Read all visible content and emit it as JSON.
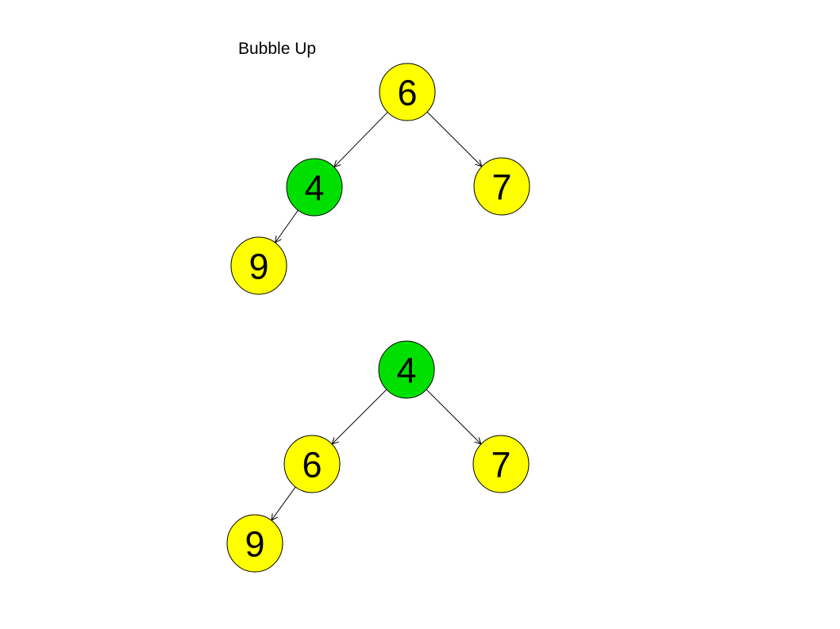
{
  "title": "Bubble Up",
  "colors": {
    "highlight": "#00e000",
    "normal": "#ffff00"
  },
  "trees": [
    {
      "nodes": [
        {
          "id": "root",
          "value": "6",
          "highlight": false
        },
        {
          "id": "left",
          "value": "4",
          "highlight": true
        },
        {
          "id": "right",
          "value": "7",
          "highlight": false
        },
        {
          "id": "leftleft",
          "value": "9",
          "highlight": false
        }
      ],
      "edges": [
        [
          "root",
          "left"
        ],
        [
          "root",
          "right"
        ],
        [
          "left",
          "leftleft"
        ]
      ]
    },
    {
      "nodes": [
        {
          "id": "root",
          "value": "4",
          "highlight": true
        },
        {
          "id": "left",
          "value": "6",
          "highlight": false
        },
        {
          "id": "right",
          "value": "7",
          "highlight": false
        },
        {
          "id": "leftleft",
          "value": "9",
          "highlight": false
        }
      ],
      "edges": [
        [
          "root",
          "left"
        ],
        [
          "root",
          "right"
        ],
        [
          "left",
          "leftleft"
        ]
      ]
    }
  ]
}
